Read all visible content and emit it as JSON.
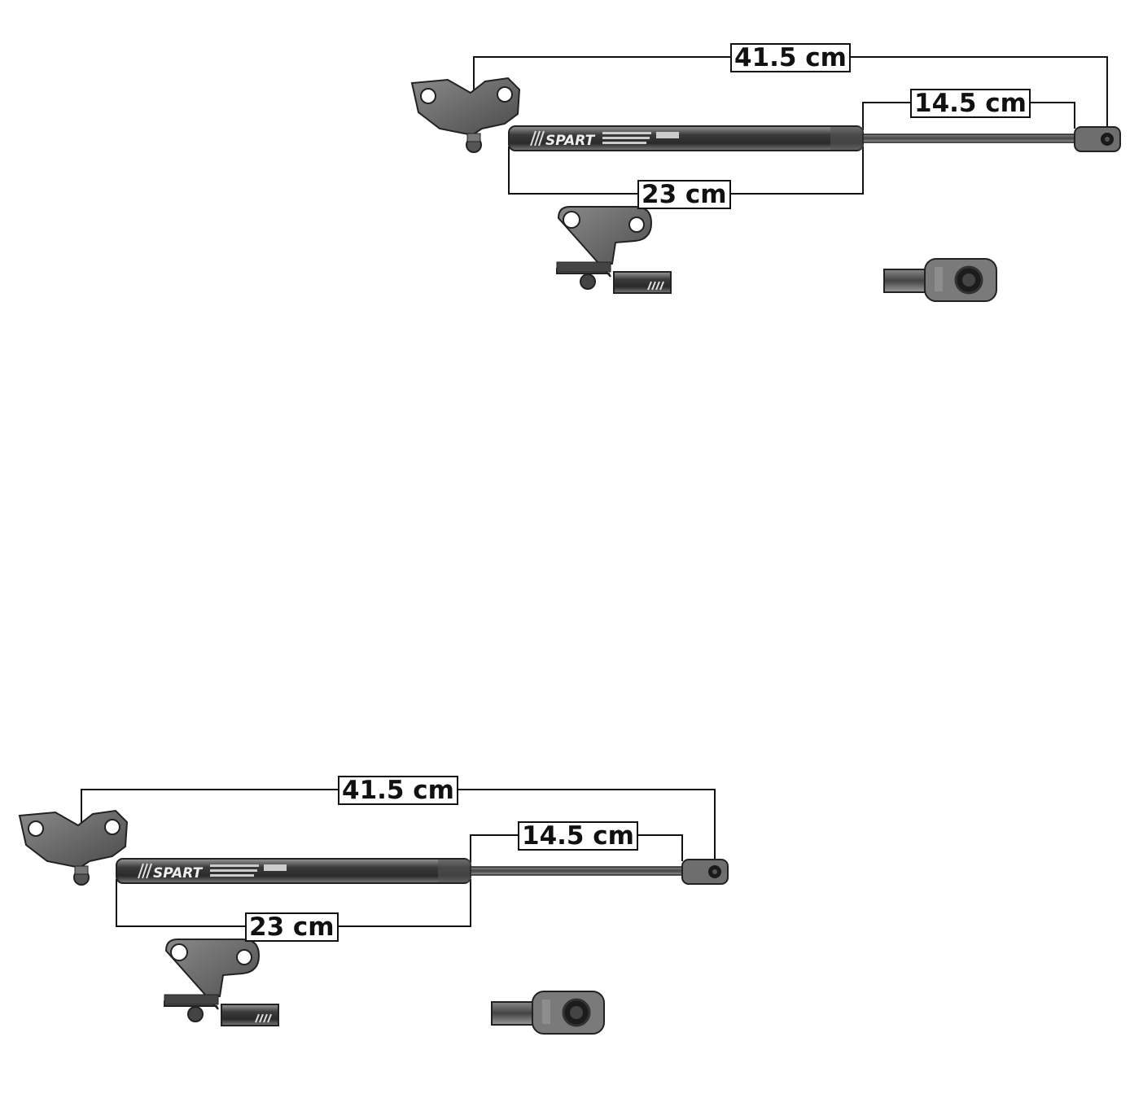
{
  "products": [
    {
      "id": "top",
      "brand": "SPART",
      "dimensions": {
        "total_length": "41.5 cm",
        "rod_length": "14.5 cm",
        "body_length": "23 cm"
      }
    },
    {
      "id": "bottom",
      "brand": "SPART",
      "dimensions": {
        "total_length": "41.5 cm",
        "rod_length": "14.5 cm",
        "body_length": "23 cm"
      }
    }
  ],
  "colors": {
    "metal_dark": "#3a3a3a",
    "metal_mid": "#6b6b6b",
    "metal_light": "#b5b5b5",
    "line": "#111111"
  }
}
